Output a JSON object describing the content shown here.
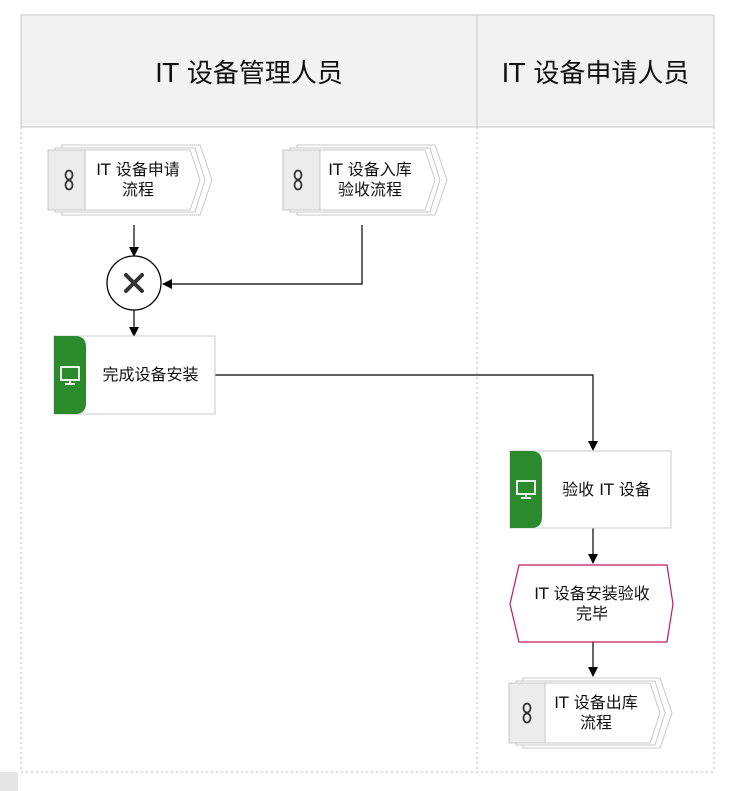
{
  "lanes": [
    {
      "title": "IT 设备管理人员"
    },
    {
      "title": "IT 设备申请人员"
    }
  ],
  "nodes": {
    "process_it_request": {
      "label": "IT 设备申请\n流程",
      "icon": "link-icon"
    },
    "process_storage_acceptance": {
      "label": "IT 设备入库\n验收流程",
      "icon": "link-icon"
    },
    "xor_gateway": {
      "icon": "x-icon"
    },
    "task_complete_install": {
      "label": "完成设备安装",
      "icon": "monitor-icon"
    },
    "task_accept_equipment": {
      "label": "验收 IT 设备",
      "icon": "monitor-icon"
    },
    "event_install_done": {
      "label": "IT 设备安装验收\n完毕"
    },
    "process_it_outbound": {
      "label": "IT 设备出库\n流程",
      "icon": "link-icon"
    }
  },
  "colors": {
    "header_bg": "#f2f2f2",
    "border": "#c8c8c8",
    "task_green": "#2b8a2b",
    "event_pink": "#c2185b",
    "line": "#000000"
  }
}
